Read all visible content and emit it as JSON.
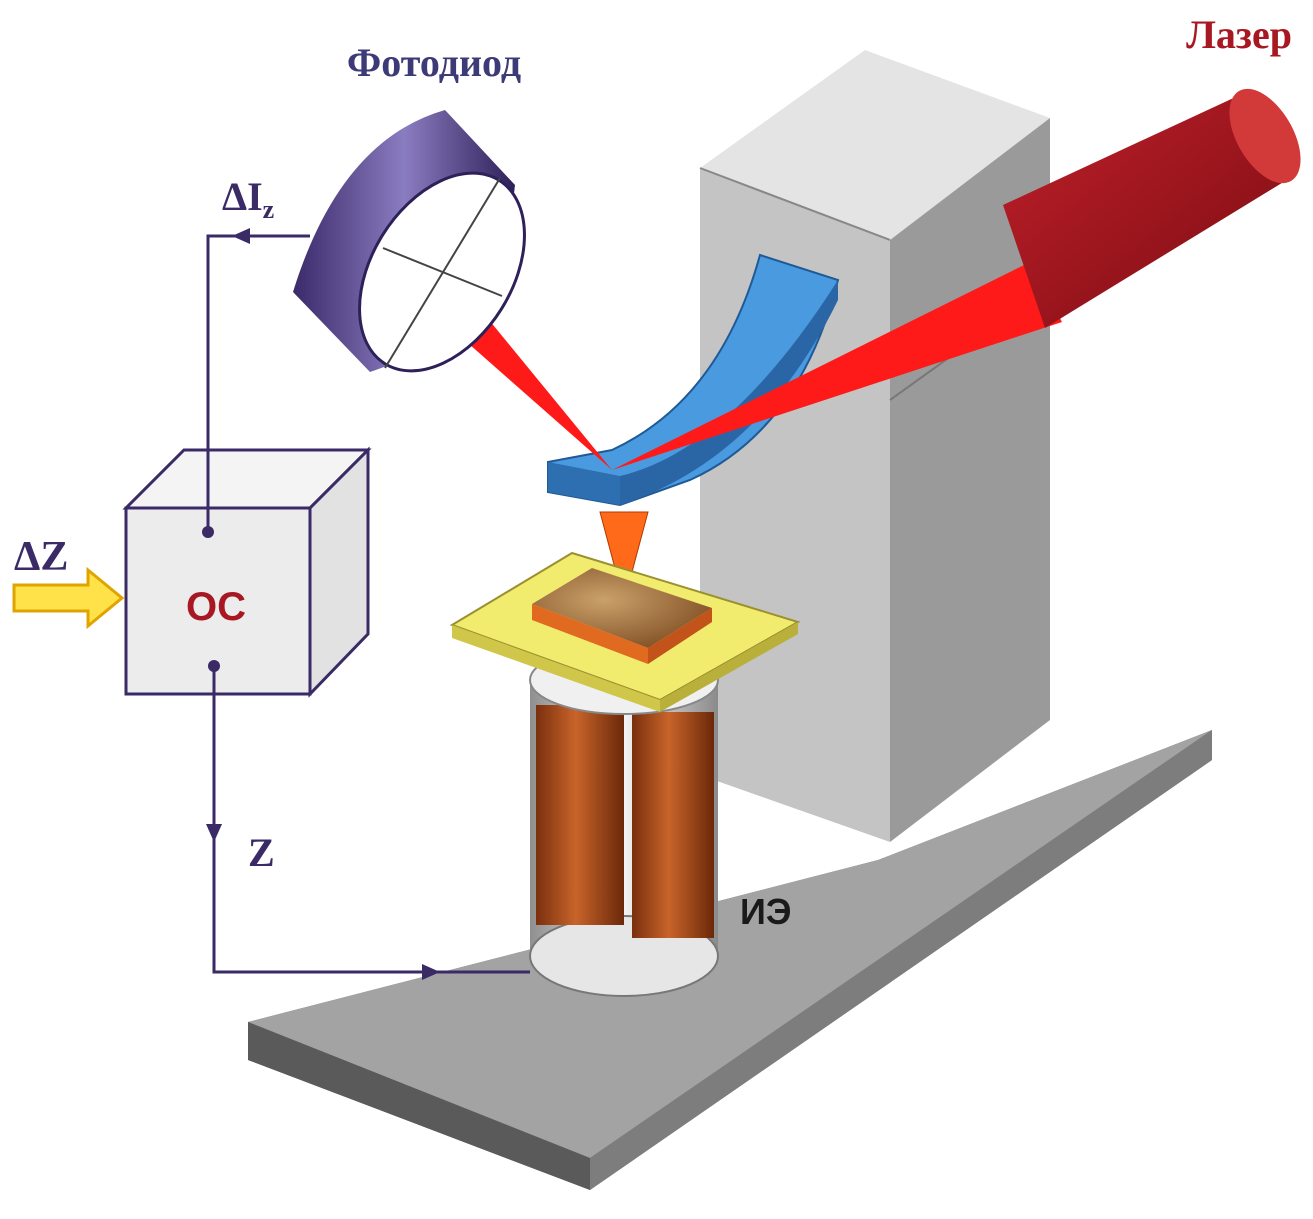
{
  "labels": {
    "photodiode": "Фотодиод",
    "laser": "Лазер",
    "delta_i": "ΔI",
    "delta_i_sub": "z",
    "delta_z": "ΔZ",
    "oc": "ОС",
    "z": "Z",
    "ie": "ИЭ"
  },
  "colors": {
    "base": "#9b9b9b",
    "column": "#c9c9c9",
    "cantilever": "#3f8fd6",
    "laser_body": "#a8141c",
    "laser_beam": "#ff1a1a",
    "photodiode": "#4b3a86",
    "stage": "#f2ec6e",
    "sample": "#a0683a",
    "piezo": "#b2521d",
    "tip": "#ff6a1a",
    "input_arrow": "#ffe24a",
    "wire": "#3a2a66"
  }
}
